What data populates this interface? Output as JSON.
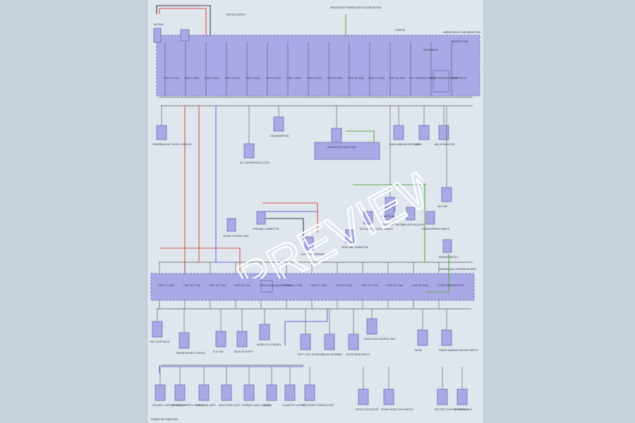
{
  "watermark": "PREVIEW",
  "colors": {
    "background": "#c5d2dc",
    "page": "#dfe6ee",
    "fuse_box": "#a9a9e6",
    "wire_black": "#3a3a3a",
    "wire_red": "#d9534f",
    "wire_blue": "#6a6ad8",
    "wire_green": "#5aa84a",
    "wire_gray": "#9a9aa8"
  },
  "diagram": {
    "top_box": {
      "label": "UNDER-HOOD FUSE/RELAY BOX",
      "items": [
        "FUSE 3 (7.5A)",
        "FUSE 1 (40A)",
        "FUSE 2 (30A)",
        "FUSE 4 (15A)",
        "FUSE 5 (20A)",
        "FUSE 6 (15A)",
        "FUSE 7 (10A)",
        "FUSE 8 (15A)",
        "FUSE 9 (20A)",
        "FUSE 10 (30A)",
        "FUSE 11 (40A)",
        "FUSE 12 (15A)",
        "LEFT HEADLIGHT RELAY",
        "RIGHT HEADLIGHT RELAY",
        "POWER RELAY"
      ]
    },
    "mid_box": {
      "label": "UNDER-DASH FUSE/RELAY BOX",
      "items": [
        "FUSE 17 (10A)",
        "FUSE 18 (7.5A)",
        "FUSE 19 (7.5A)",
        "FUSE 20 (10A)",
        "TURN SIGNAL/HAZARD RELAY",
        "FUSE 21 (7.5A)",
        "FUSE 22 (10A)",
        "FUSE 23 (15A)",
        "FUSE 24 (7.5A)",
        "FUSE 25 (10A)",
        "FUSE 26 (20A)",
        "POWER WINDOW RELAY"
      ]
    },
    "top_labels": [
      "BATTERY",
      "IGNITION SWITCH",
      "PASSENGER'S UNDER-DASH FUSE/RELAY BOX",
      "STARTER",
      "ALTERNATOR",
      "RADIATOR FAN"
    ],
    "upper_components": [
      "TRANSMISSION CONTROL MODULE",
      "A/C COMPRESSOR CLUTCH",
      "CONDENSER FAN",
      "PASSENGER'S DASH FUSE",
      "REAR WINDOW DEFOGGER",
      "HORN",
      "ABS MODULATOR",
      "SRS UNIT",
      "MAIN RELAY"
    ],
    "mid_components": [
      "CRUISE CONTROL UNIT",
      "OPTIONAL CONNECTOR",
      "DATA LINK CONNECTOR",
      "SECURITY CONTROL MODULE",
      "STOP LIGHT SWITCH",
      "KEYLESS RECEIVER",
      "POWER MIRROR SWITCH",
      "DIMMER SWITCH",
      "LIGHTS ON REMINDER"
    ],
    "lower_components": [
      "FUEL PUMP RELAY",
      "ENGINE MOUNT CONTROL",
      "ELD UNIT",
      "BACK-UP LIGHTS",
      "INTERLOCK CONTROL",
      "SHIFT LOCK SOLENOID",
      "GAUGE ASSEMBLY",
      "CRUISE MAIN SWITCH",
      "RADIO",
      "POWER WINDOW MASTER SWITCH",
      "DOOR LOCK CONTROL UNIT"
    ],
    "bottom_components": [
      "SECURITY CONTROL MODULE",
      "KEYLESS CONTROL MODULE",
      "LEFT REAR LIGHT",
      "RIGHT REAR LIGHT",
      "STEERING ANGLE SENSOR",
      "CLOCK",
      "CIGARETTE LIGHTER",
      "ACCESSORY POWER SOCKET",
      "DOOR LOCK MOTOR",
      "POWER DOOR LOCK SWITCH",
      "SECURITY CONTROL MODULE",
      "INTERIOR LIGHT"
    ],
    "footer": "POWER DISTRIBUTION"
  }
}
